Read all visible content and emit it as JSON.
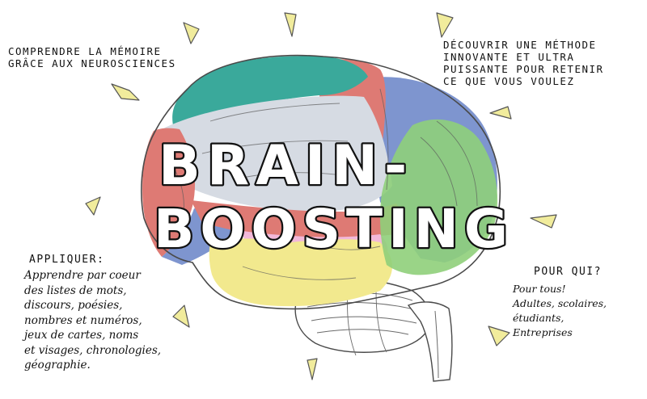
{
  "headline": {
    "line1": "BRAIN-",
    "line2": "BOOSTING"
  },
  "notes": {
    "top_left": "COMPRENDRE LA MÉMOIRE\nGRÂCE AUX NEUROSCIENCES",
    "top_right": "DÉCOUVRIR UNE MÉTHODE\nINNOVANTE ET ULTRA\nPUISSANTE POUR RETENIR\nCE QUE VOUS VOULEZ",
    "bottom_left_title": "APPLIQUER:",
    "bottom_left_body": "Apprendre par coeur\ndes listes de mots,\ndiscours, poésies,\nnombres et numéros,\njeux de cartes, noms\net visages, chronologies,\ngéographie.",
    "bottom_right_title": "POUR QUI?",
    "bottom_right_body": "Pour tous!\nAdultes, scolaires,\nétudiants,\nEntreprises"
  },
  "colors": {
    "teal": "#3aa99b",
    "red": "#de7a74",
    "grey": "#d6dbe3",
    "blue": "#7e95cf",
    "green": "#8fcf7a",
    "pink": "#f2b8d9",
    "yellow": "#f2e98e",
    "outline": "#4a4a4a",
    "text": "#111111",
    "spark": "#f1ec9c"
  },
  "icons": {
    "background": "brain-illustration",
    "accent": "spark-icon"
  }
}
